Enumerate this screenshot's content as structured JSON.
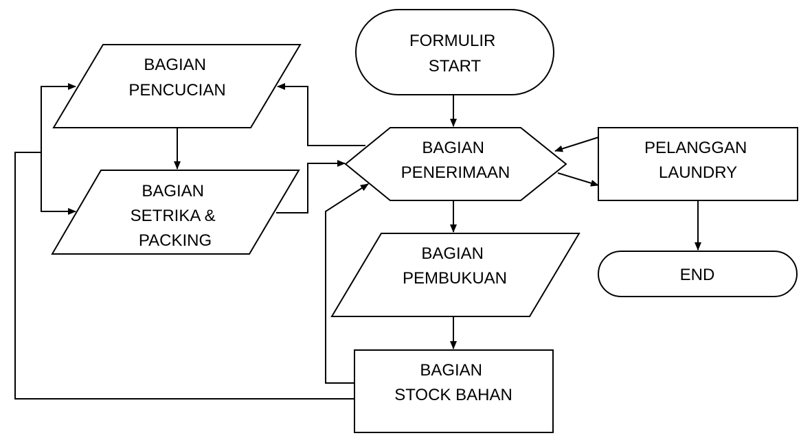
{
  "diagram": {
    "type": "flowchart",
    "colors": {
      "stroke": "#000000",
      "fill": "#ffffff",
      "text": "#000000"
    },
    "nodes": {
      "formulir_start": {
        "shape": "terminator",
        "lines": [
          "FORMULIR",
          "START"
        ]
      },
      "bagian_pencucian": {
        "shape": "parallelogram",
        "lines": [
          "BAGIAN",
          "PENCUCIAN"
        ]
      },
      "bagian_setrika_packing": {
        "shape": "parallelogram",
        "lines": [
          "BAGIAN",
          "SETRIKA &",
          "PACKING"
        ]
      },
      "bagian_penerimaan": {
        "shape": "hexagon",
        "lines": [
          "BAGIAN",
          "PENERIMAAN"
        ]
      },
      "pelanggan_laundry": {
        "shape": "rectangle",
        "lines": [
          "PELANGGAN",
          "LAUNDRY"
        ]
      },
      "bagian_pembukuan": {
        "shape": "parallelogram",
        "lines": [
          "BAGIAN",
          "PEMBUKUAN"
        ]
      },
      "end": {
        "shape": "terminator",
        "lines": [
          "END"
        ]
      },
      "bagian_stock_bahan": {
        "shape": "rectangle",
        "lines": [
          "BAGIAN",
          "STOCK BAHAN"
        ]
      }
    },
    "edges": [
      {
        "from": "formulir_start",
        "to": "bagian_penerimaan"
      },
      {
        "from": "bagian_penerimaan",
        "to": "bagian_pencucian"
      },
      {
        "from": "bagian_pencucian",
        "to": "bagian_setrika_packing"
      },
      {
        "from": "bagian_setrika_packing",
        "to": "bagian_penerimaan"
      },
      {
        "from": "bagian_penerimaan",
        "to": "bagian_pembukuan"
      },
      {
        "from": "bagian_pembukuan",
        "to": "bagian_stock_bahan"
      },
      {
        "from": "bagian_stock_bahan",
        "to": "bagian_penerimaan"
      },
      {
        "from": "bagian_stock_bahan",
        "to": "bagian_pencucian"
      },
      {
        "from": "bagian_stock_bahan",
        "to": "bagian_setrika_packing"
      },
      {
        "from": "pelanggan_laundry",
        "to": "bagian_penerimaan"
      },
      {
        "from": "bagian_penerimaan",
        "to": "pelanggan_laundry"
      },
      {
        "from": "pelanggan_laundry",
        "to": "end"
      }
    ]
  }
}
